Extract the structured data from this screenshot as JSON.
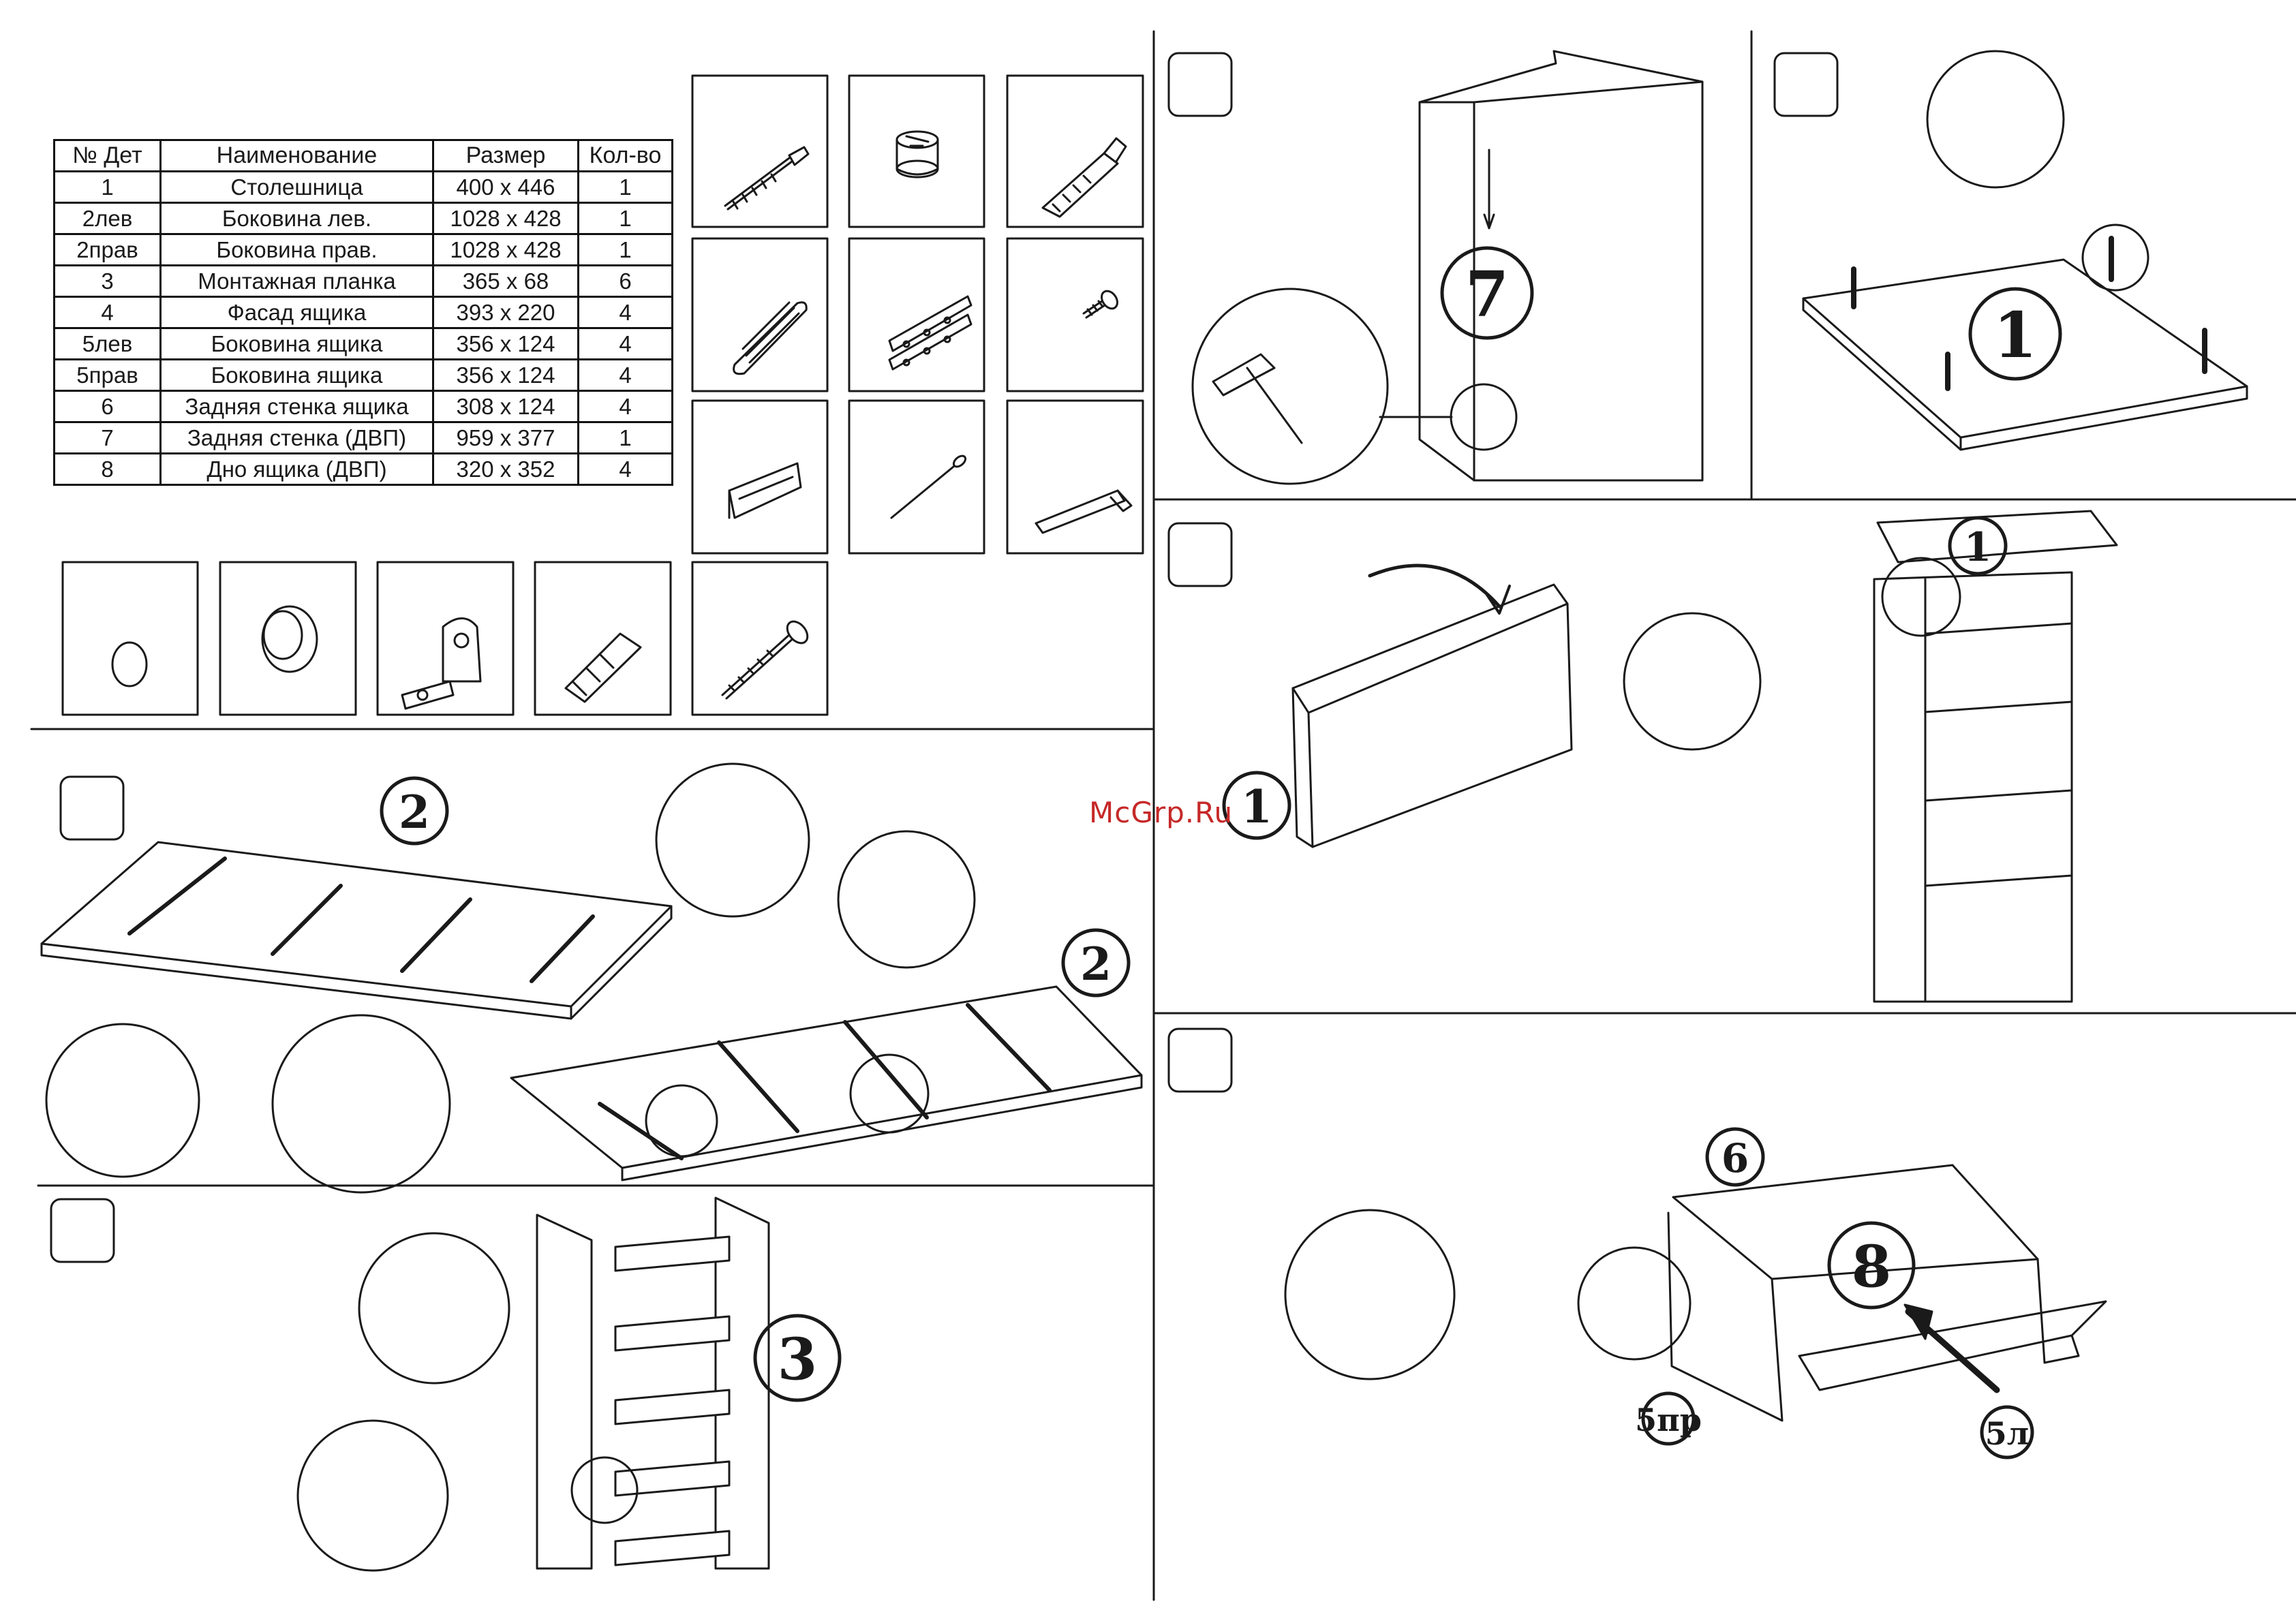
{
  "parts_table": {
    "headers": [
      "№ Дет",
      "Наименование",
      "Размер",
      "Кол-во"
    ],
    "rows": [
      [
        "1",
        "Столешница",
        "400 x 446",
        "1"
      ],
      [
        "2лев",
        "Боковина лев.",
        "1028 x 428",
        "1"
      ],
      [
        "2прав",
        "Боковина прав.",
        "1028 x 428",
        "1"
      ],
      [
        "3",
        "Монтажная планка",
        "365 x 68",
        "6"
      ],
      [
        "4",
        "Фасад ящика",
        "393 x 220",
        "4"
      ],
      [
        "5лев",
        "Боковина ящика",
        "356 x 124",
        "4"
      ],
      [
        "5прав",
        "Боковина ящика",
        "356 x 124",
        "4"
      ],
      [
        "6",
        "Задняя стенка ящика",
        "308 x 124",
        "4"
      ],
      [
        "7",
        "Задняя стенка (ДВП)",
        "959 x 377",
        "1"
      ],
      [
        "8",
        "Дно ящика (ДВП)",
        "320 x 352",
        "4"
      ]
    ]
  },
  "hardware_icons": [
    "confirmat-screw-icon",
    "cam-lock-icon",
    "cam-bolt-icon",
    "wooden-dowel-icon",
    "drawer-runner-icon",
    "short-screw-icon",
    "shelf-support-icon",
    "nail-icon",
    "hex-key-icon",
    "cap-small-icon",
    "knob-icon",
    "corner-bracket-icon",
    "wall-plug-icon",
    "long-screw-icon"
  ],
  "callouts": {
    "back_panel": "7",
    "top_1": "1",
    "top_2": "1",
    "top_3": "1",
    "side_a": "2",
    "side_b": "2",
    "rails": "3",
    "drawer_back": "6",
    "drawer_bottom": "8",
    "drawer_side_r": "5пр",
    "drawer_side_l": "5л"
  },
  "watermark": "McGrp.Ru",
  "colors": {
    "line": "#1a1a1a",
    "watermark": "#c62828",
    "panel_shade": "#d9d9d9"
  }
}
